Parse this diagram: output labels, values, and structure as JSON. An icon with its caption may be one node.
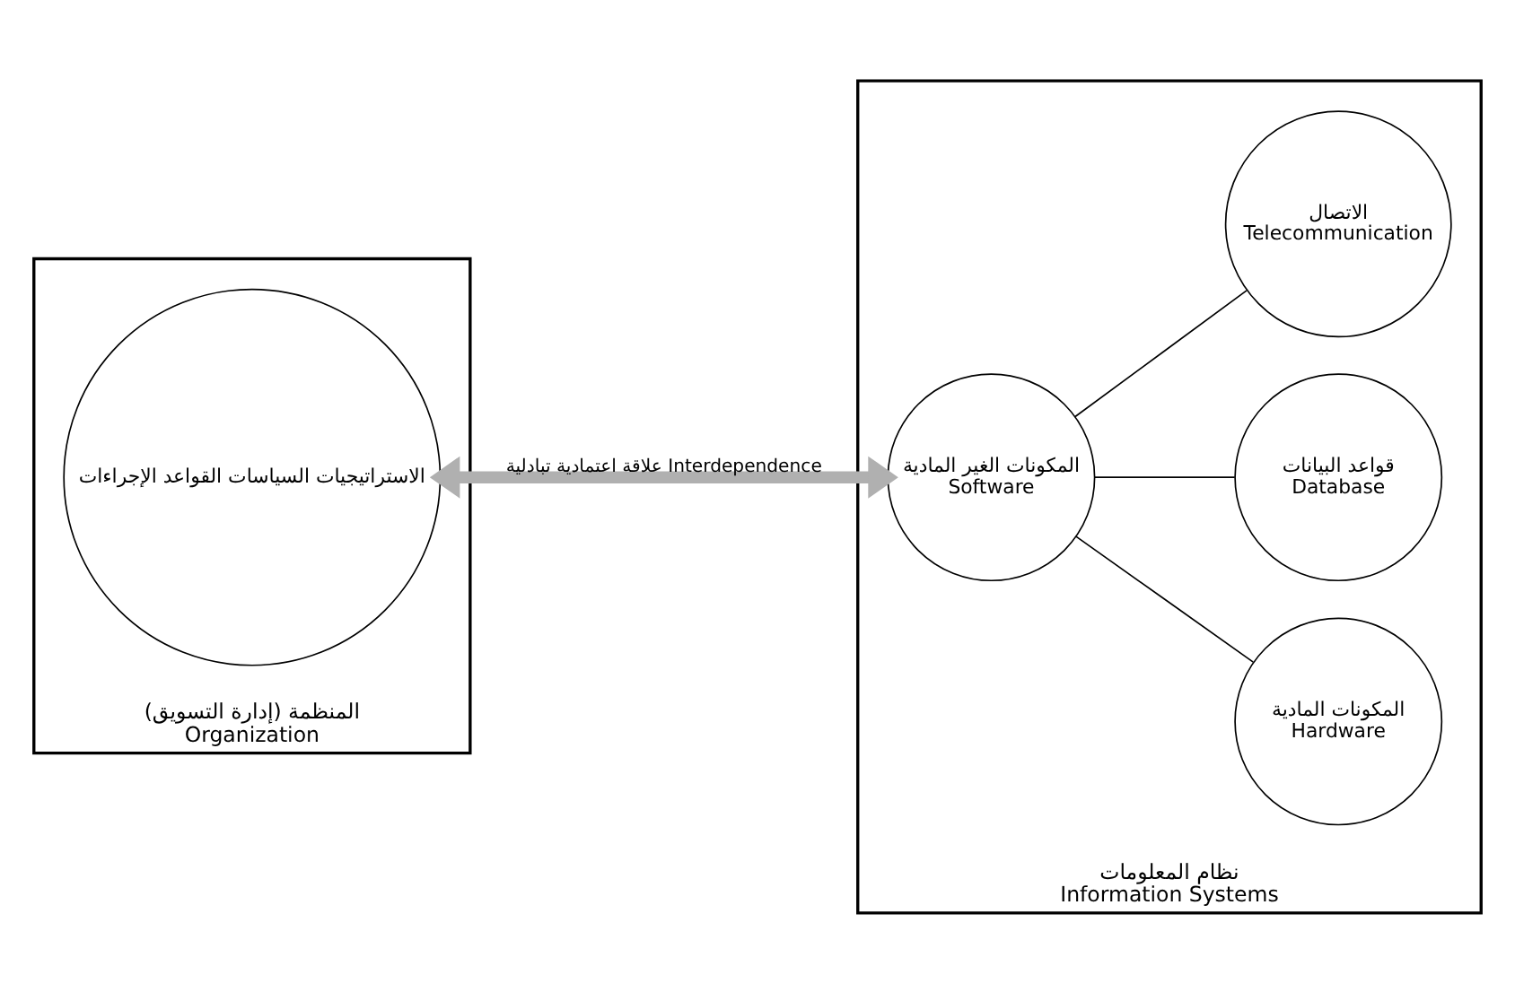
{
  "diagram": {
    "nodes": [
      {
        "text": [
          "المنظمة (إدارة التسويق)",
          "Organization"
        ]
      },
      {
        "text": [
          "الاستراتيجيات السياسات القواعد الإجراءات"
        ],
        "in": 0
      },
      {
        "text": [
          "نظام المعلومات",
          "Information Systems"
        ]
      },
      {
        "text": [
          "المكونات الغير المادية",
          "Software"
        ],
        "in": 2
      },
      {
        "text": [
          "المكونات المادية",
          "Hardware"
        ],
        "in": 2
      },
      {
        "text": [
          "قواعد البيانات",
          "Database"
        ],
        "in": 2
      },
      {
        "text": [
          "الاتصال",
          "Telecommunication"
        ],
        "in": 2
      }
    ],
    "edges": [
      {
        "from": 1,
        "to": 3,
        "arrow": "both",
        "label": "علاقة اعتمادية تبادلية Interdependence",
        "style": "thick",
        "color": "#b0b0b0"
      },
      {
        "from": 3,
        "to": 4,
        "arrow": "none"
      },
      {
        "from": 3,
        "to": 5,
        "arrow": "none"
      },
      {
        "from": 3,
        "to": 6,
        "arrow": "none"
      }
    ]
  }
}
